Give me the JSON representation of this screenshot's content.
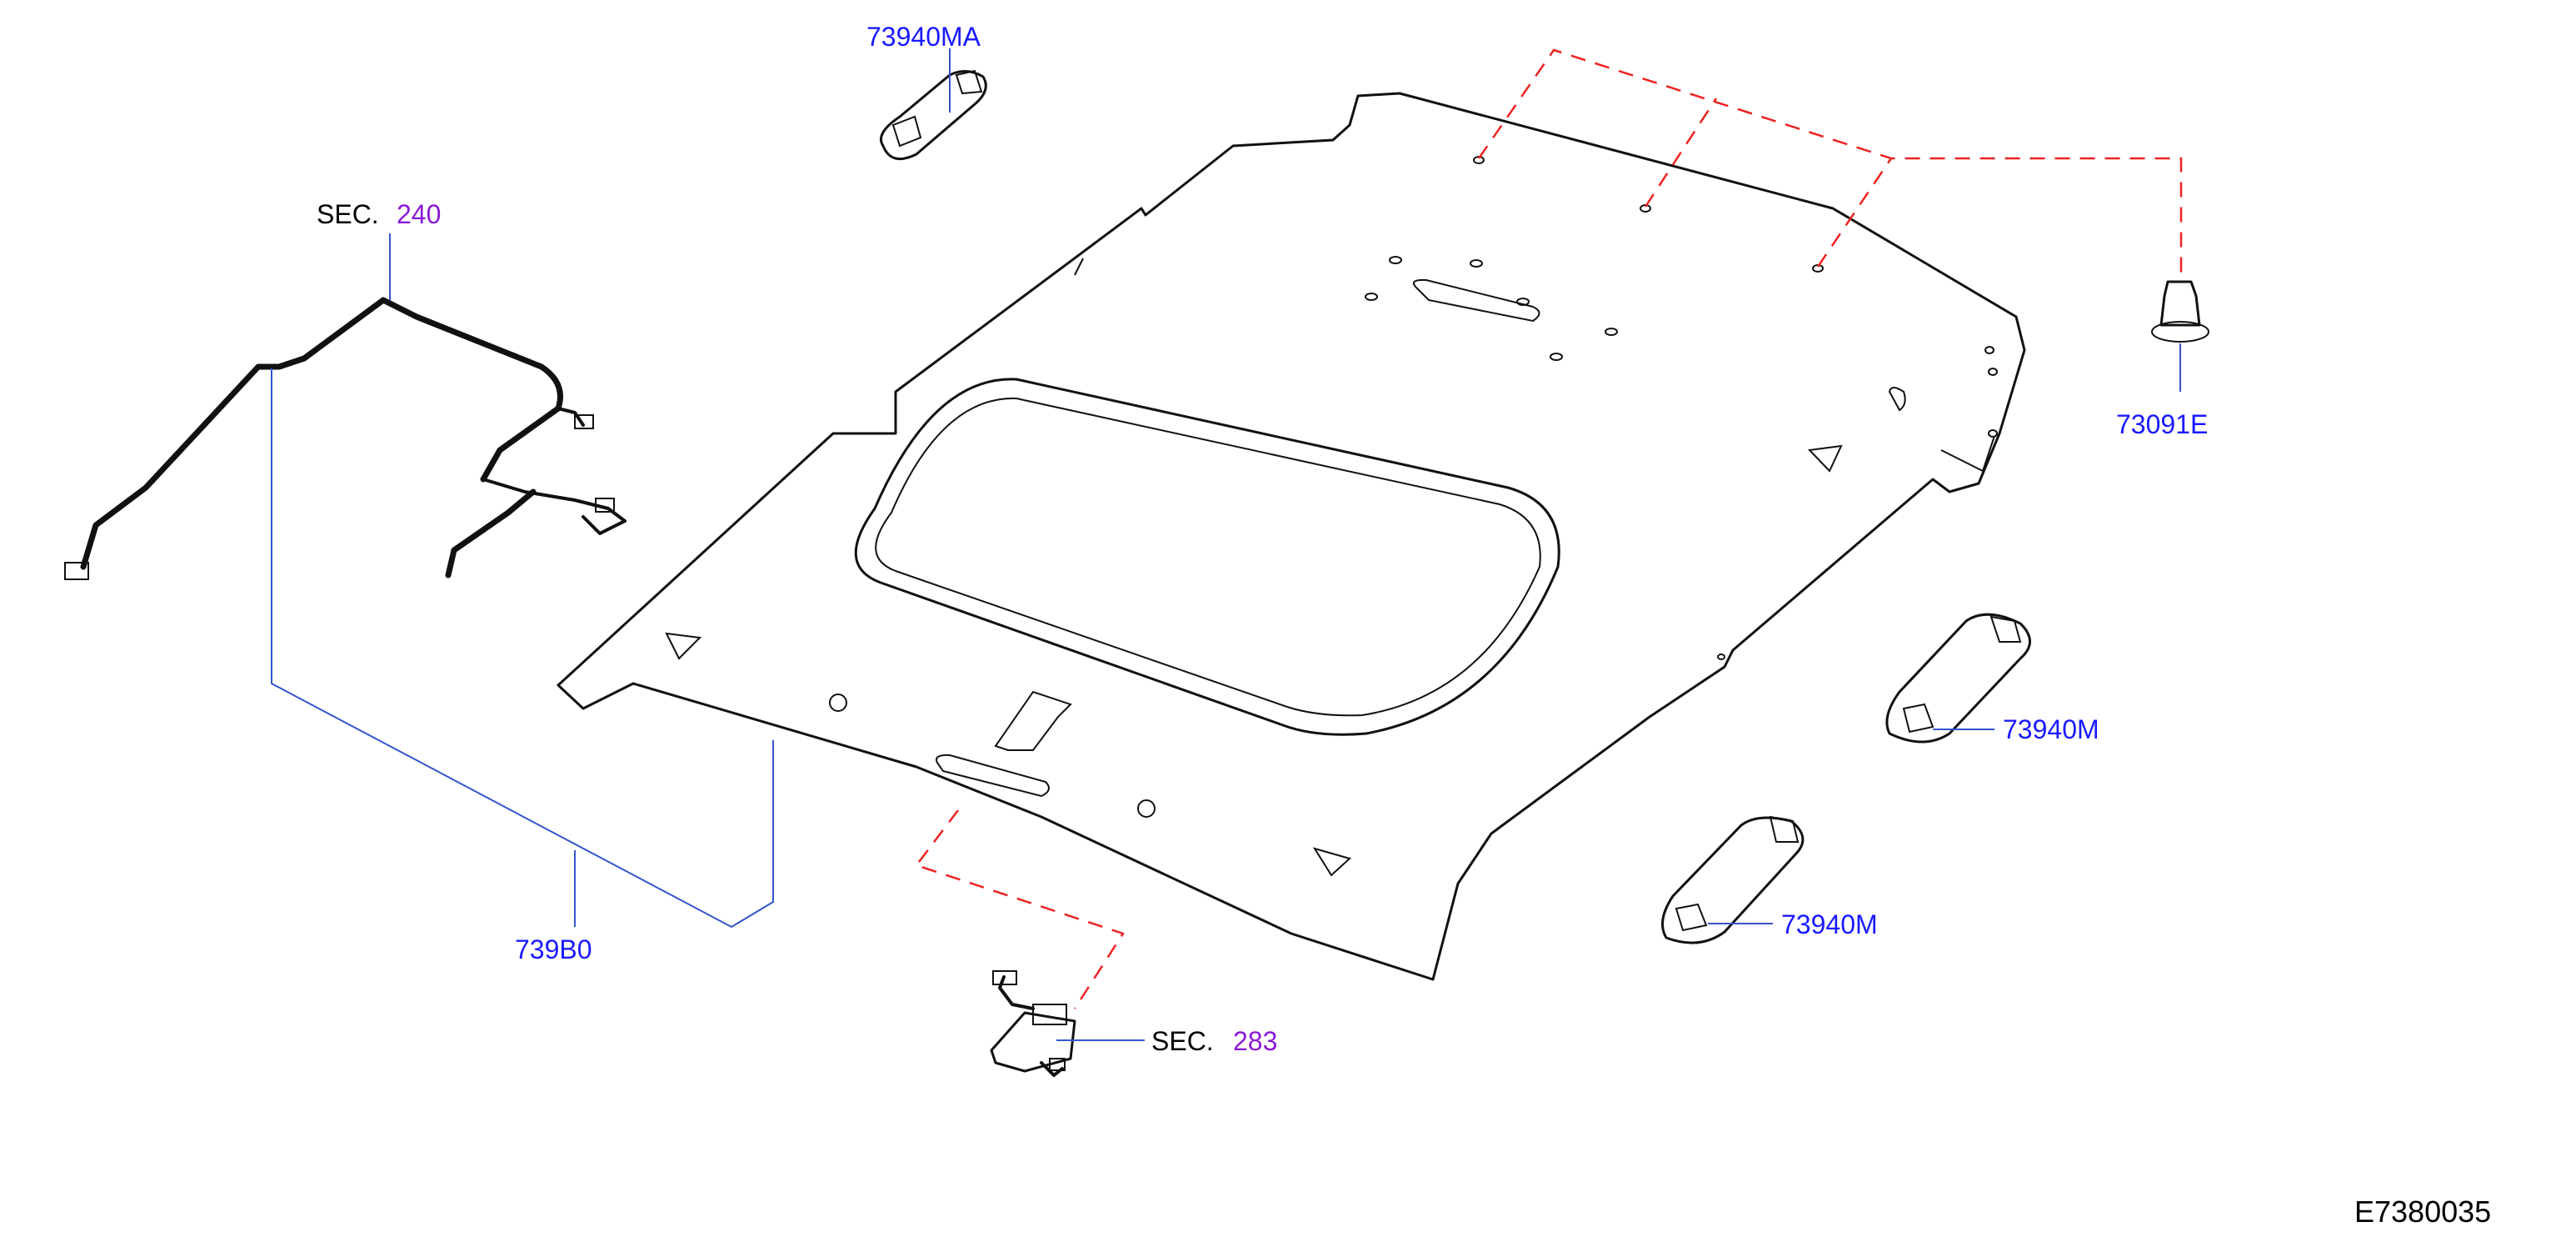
{
  "labels": {
    "part_73940MA": "73940MA",
    "sec_240_prefix": "SEC.",
    "sec_240_num": "240",
    "part_73091E": "73091E",
    "part_73940M_upper": "73940M",
    "part_73940M_lower": "73940M",
    "part_739B0": "739B0",
    "sec_283_prefix": "SEC.",
    "sec_283_num": "283",
    "drawing_ref": "E7380035"
  },
  "colors": {
    "part_number": "#1a1aff",
    "section_number": "#8a1ad6",
    "leader_line": "#3355cc",
    "hidden_line": "#ee2222"
  }
}
